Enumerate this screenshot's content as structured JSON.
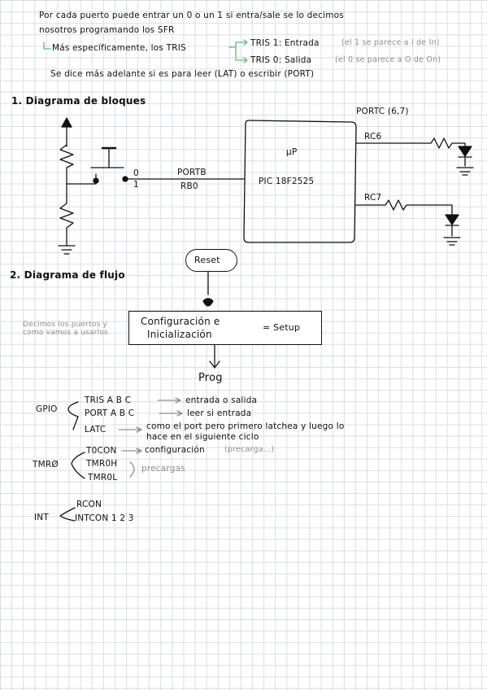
{
  "intro": {
    "line1": "Por cada puerto puede entrar un 0 o un 1 si entra/sale se lo decimos",
    "line2": "nosotros programando los SFR",
    "line3_prefix": "Más específicamente, los TRIS",
    "tris1": "TRIS 1: Entrada",
    "tris1_note": "(el 1 se parece a i de In)",
    "tris0": "TRIS 0: Salida",
    "tris0_note": "(el 0 se parece a O de On)",
    "line4": "Se dice más adelante si es para leer (LAT) o escribir (PORT)"
  },
  "section1": {
    "title": "1. Diagrama de bloques",
    "portc_label": "PORTC (6,7)",
    "mcu_line1": "μP",
    "mcu_line2": "PIC 18F2525",
    "rc6": "RC6",
    "rc7": "RC7",
    "portb": "PORTB",
    "rb0": "RB0",
    "switch_0": "0",
    "switch_1": "1"
  },
  "section2": {
    "title": "2. Diagrama de flujo",
    "reset": "Reset",
    "side_note": "Decimos los puertos y como vamos a usarlos",
    "config_line1": "Configuración e",
    "config_line2": "Inicialización",
    "setup": "= Setup",
    "prog": "Prog"
  },
  "gpio": {
    "label": "GPIO",
    "items": [
      {
        "name": "TRIS A B C",
        "desc": "entrada o salida"
      },
      {
        "name": "PORT A B C",
        "desc": "leer si entrada"
      },
      {
        "name": "LATC",
        "desc": "como el port pero primero latchea y luego lo",
        "desc2": "hace en el siguiente ciclo"
      }
    ]
  },
  "tmr0": {
    "label": "TMRØ",
    "items": [
      {
        "name": "T0CON",
        "desc": "configuración",
        "note": "(precarga...)"
      },
      {
        "name": "TMR0H",
        "desc": ""
      },
      {
        "name": "TMR0L",
        "desc": ""
      }
    ],
    "precargas": "precargas"
  },
  "int": {
    "label": "INT",
    "items": [
      "RCON",
      "INTCON 1 2 3"
    ]
  },
  "colors": {
    "ink": "#111111",
    "grey_note": "#8d8d8d",
    "highlight_arrow": "#5bbf6a"
  }
}
